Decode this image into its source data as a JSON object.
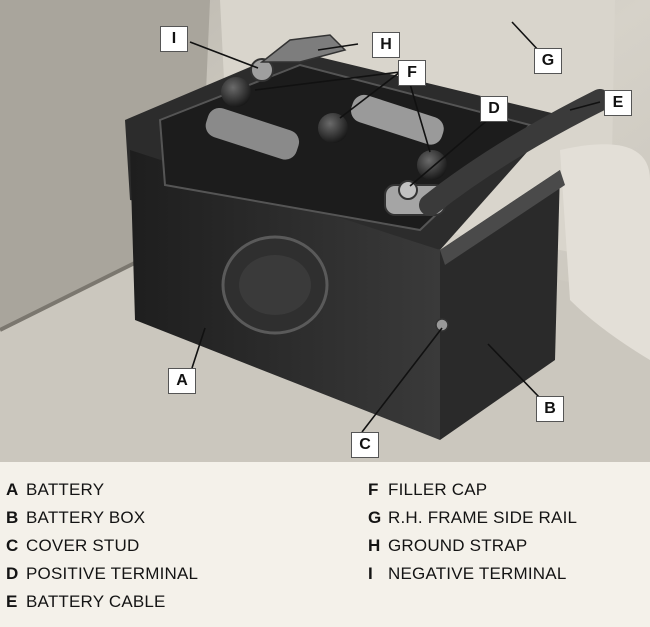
{
  "callouts": {
    "A": "A",
    "B": "B",
    "C": "C",
    "D": "D",
    "E": "E",
    "F": "F",
    "G": "G",
    "H": "H",
    "I": "I"
  },
  "legend": {
    "left": [
      {
        "letter": "A",
        "text": "BATTERY"
      },
      {
        "letter": "B",
        "text": "BATTERY BOX"
      },
      {
        "letter": "C",
        "text": "COVER STUD"
      },
      {
        "letter": "D",
        "text": "POSITIVE TERMINAL"
      },
      {
        "letter": "E",
        "text": "BATTERY CABLE"
      }
    ],
    "right": [
      {
        "letter": "F",
        "text": "FILLER CAP"
      },
      {
        "letter": "G",
        "text": "R.H. FRAME SIDE RAIL"
      },
      {
        "letter": "H",
        "text": "GROUND STRAP"
      },
      {
        "letter": "I",
        "text": "NEGATIVE TERMINAL"
      }
    ]
  },
  "colors": {
    "photo_background": "#cfcbc2",
    "battery_case": "#222222",
    "page": "#f4f1ea"
  }
}
